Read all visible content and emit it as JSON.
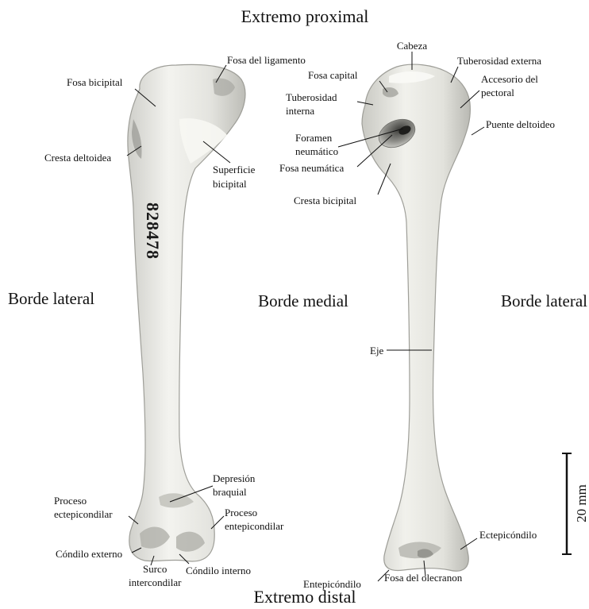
{
  "headings": {
    "proximal": "Extremo proximal",
    "distal": "Extremo distal",
    "border_lateral_left": "Borde lateral",
    "border_medial": "Borde medial",
    "border_lateral_right": "Borde lateral"
  },
  "left_bone": {
    "specimen_number": "828478",
    "labels": {
      "fosa_ligamento": "Fosa del ligamento",
      "fosa_bicipital": "Fosa bicipital",
      "cresta_deltoidea": "Cresta deltoidea",
      "superficie_l1": "Superficie",
      "superficie_l2": "bicipital",
      "depresion_l1": "Depresión",
      "depresion_l2": "braquial",
      "proc_ecte_l1": "Proceso",
      "proc_ecte_l2": "ectepicondilar",
      "proc_ente_l1": "Proceso",
      "proc_ente_l2": "entepicondilar",
      "condilo_externo": "Cóndilo externo",
      "surco_l1": "Surco",
      "surco_l2": "intercondilar",
      "condilo_interno": "Cóndilo interno"
    }
  },
  "right_bone": {
    "labels": {
      "cabeza": "Cabeza",
      "tub_externa": "Tuberosidad externa",
      "fosa_capital": "Fosa capital",
      "acc_pectoral_l1": "Accesorio del",
      "acc_pectoral_l2": "pectoral",
      "tub_interna_l1": "Tuberosidad",
      "tub_interna_l2": "interna",
      "puente_deltoideo": "Puente deltoideo",
      "foramen_l1": "Foramen",
      "foramen_l2": "neumático",
      "fosa_neumatica": "Fosa neumática",
      "cresta_bicipital": "Cresta bicipital",
      "eje": "Eje",
      "ectepicondilo": "Ectepicóndilo",
      "entepicondilo": "Entepicóndilo",
      "fosa_olecranon": "Fosa del olecranon"
    }
  },
  "scale_bar": {
    "label": "20 mm"
  }
}
